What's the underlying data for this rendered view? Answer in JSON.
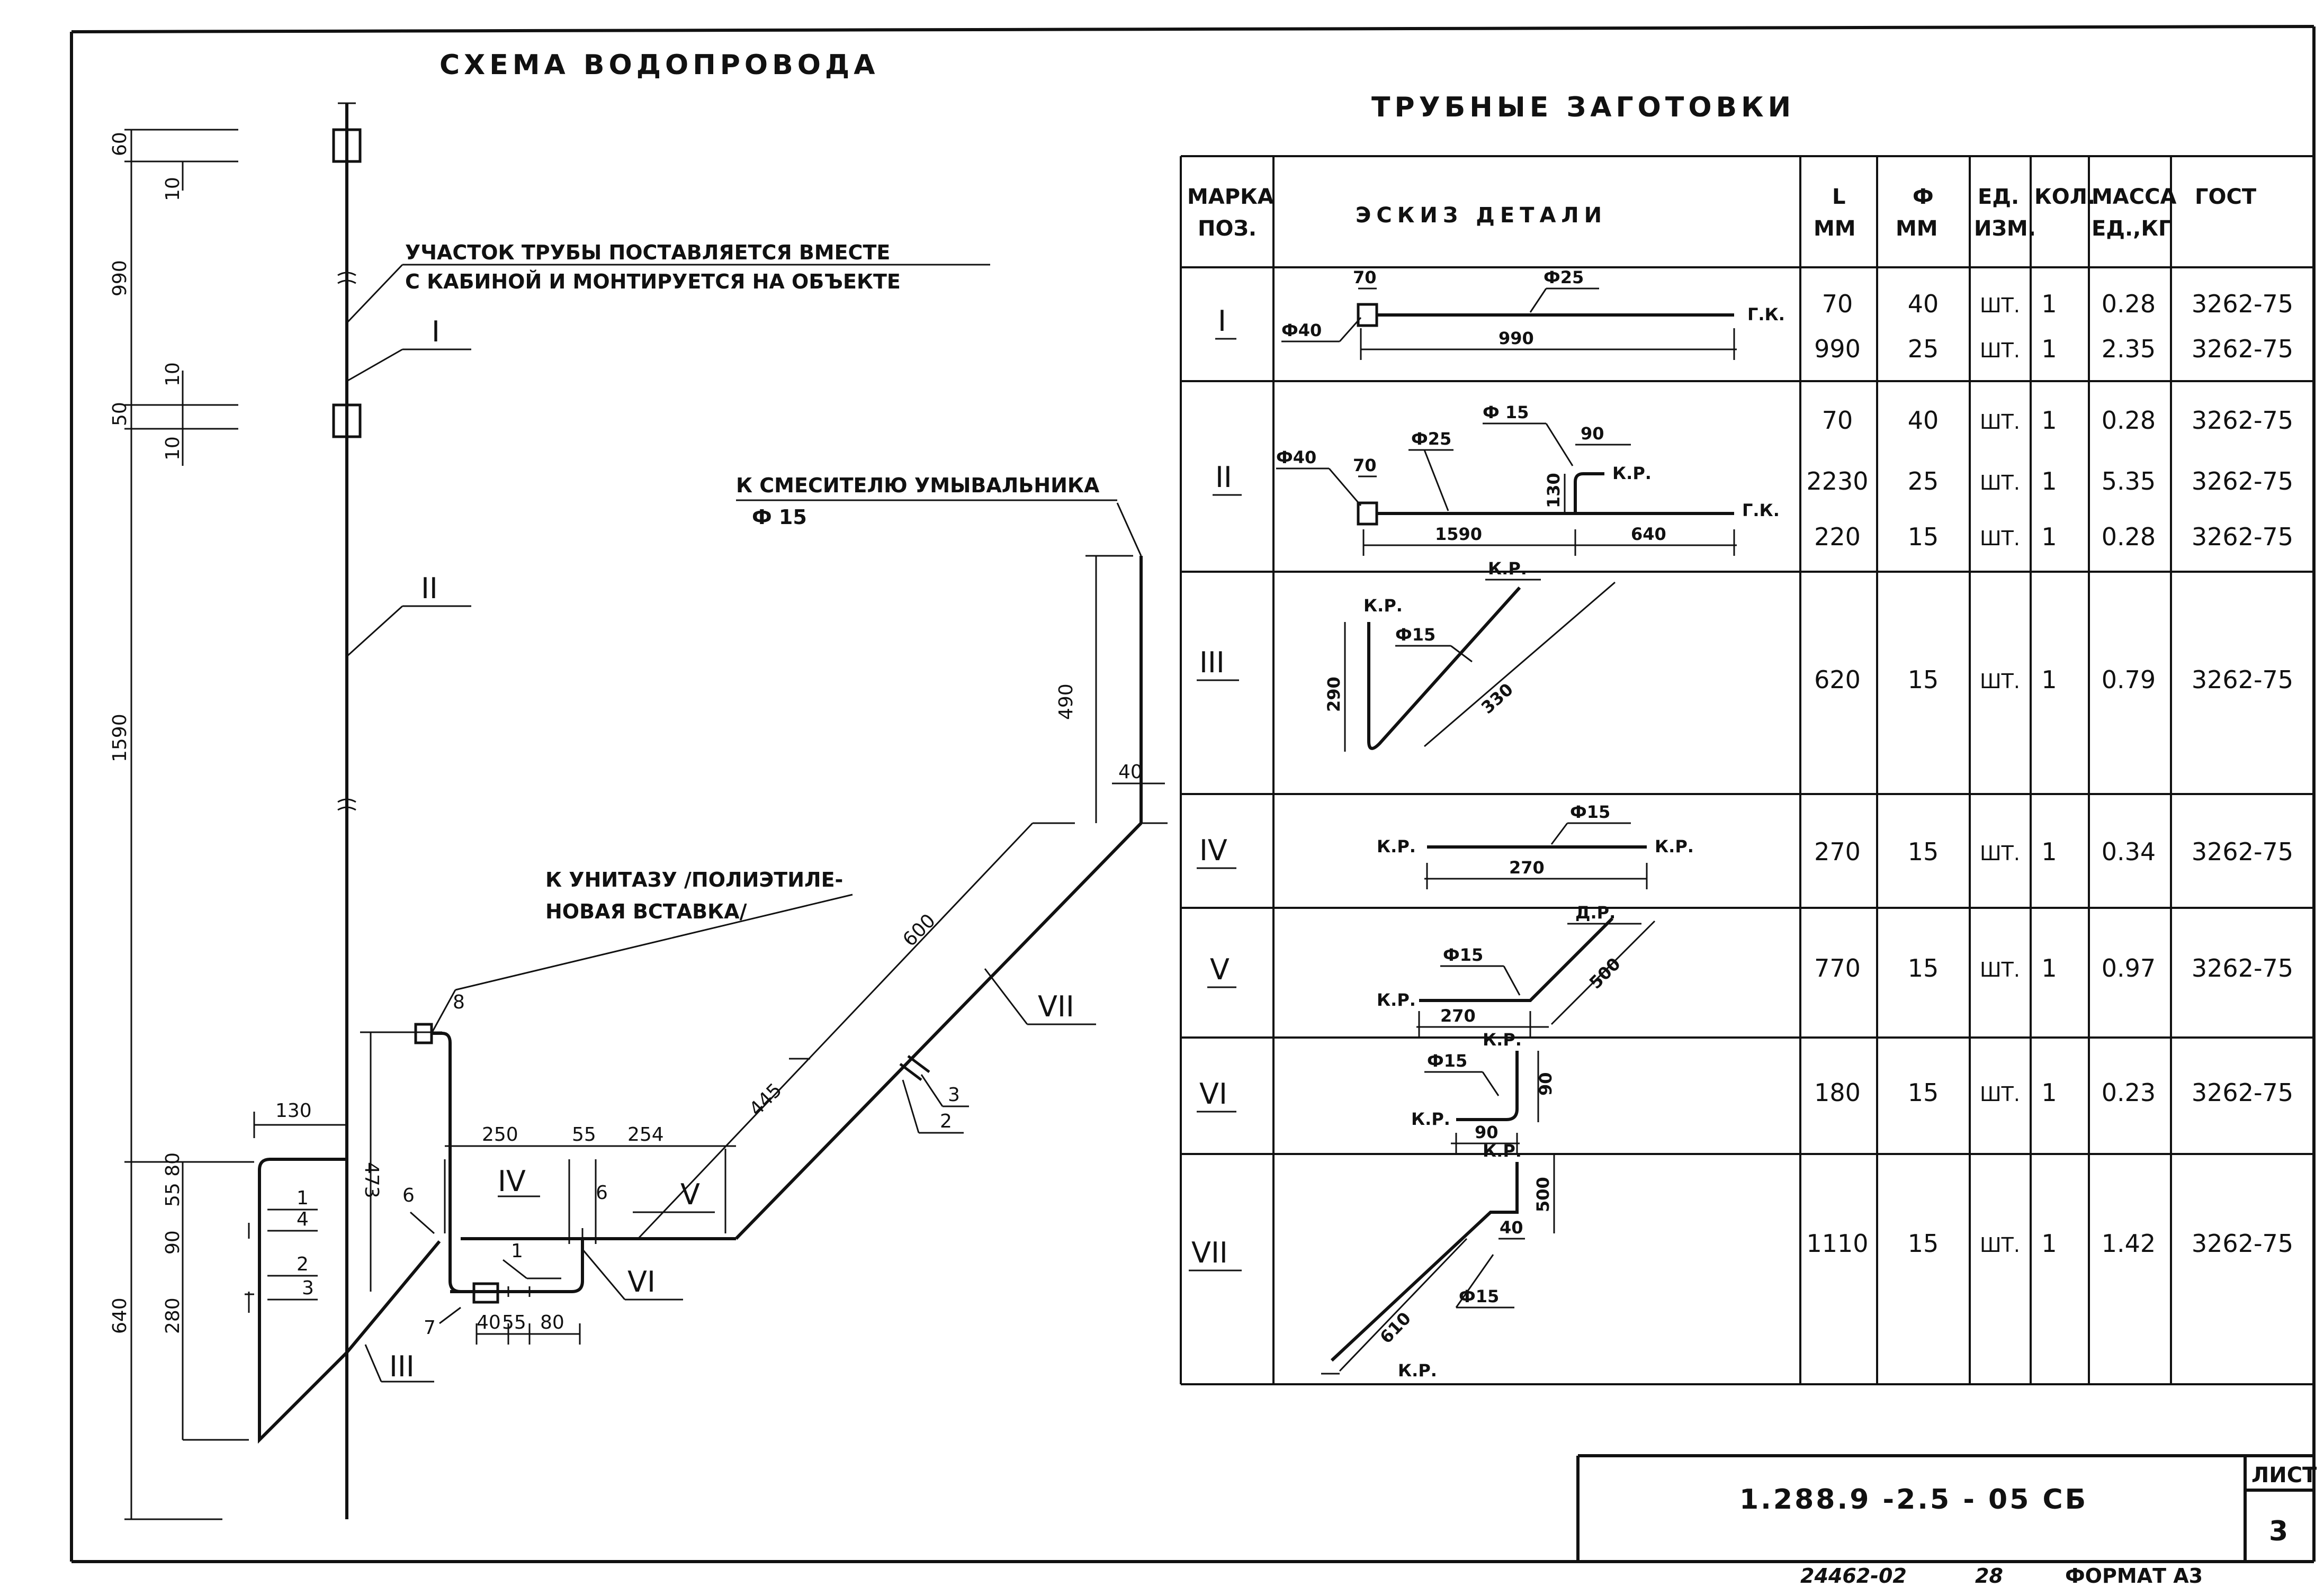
{
  "scheme": {
    "title": "СХЕМА  ВОДОПРОВОДА",
    "note_pipe_line1": "УЧАСТОК ТРУБЫ ПОСТАВЛЯЕТСЯ ВМЕСТЕ",
    "note_pipe_line2": "С КАБИНОЙ И МОНТИРУЕТСЯ НА ОБЪЕКТЕ",
    "note_mixer_line1": "К СМЕСИТЕЛЮ УМЫВАЛЬНИКА",
    "note_mixer_line2": "Ф 15",
    "note_toilet_line1": "К УНИТАЗУ /ПОЛИЭТИЛЕ-",
    "note_toilet_line2": "НОВАЯ ВСТАВКА/",
    "dims": {
      "d60": "60",
      "d10a": "10",
      "d990": "990",
      "d10b": "10",
      "d50": "50",
      "d10c": "10",
      "d1590": "1590",
      "d640": "640",
      "d280": "280",
      "d90": "90",
      "d5580": "55 80",
      "d130": "130",
      "d473": "473",
      "d250": "250",
      "d55a": "55",
      "d254": "254",
      "d445": "445",
      "d600": "600",
      "d490": "490",
      "d40a": "40",
      "d40b": "40",
      "d55b": "55",
      "d80": "80"
    },
    "refs": {
      "r1a": "1",
      "r4": "4",
      "r2a": "2",
      "r3a": "3",
      "r8": "8",
      "r6a": "6",
      "r6b": "6",
      "r1b": "1",
      "r7": "7",
      "r3b": "3",
      "r2b": "2"
    },
    "labels": {
      "I": "I",
      "II": "II",
      "III": "III",
      "IV": "IV",
      "V": "V",
      "VI": "VI",
      "VII": "VII"
    }
  },
  "table": {
    "title": "ТРУБНЫЕ   ЗАГОТОВКИ",
    "headers": {
      "mark_line1": "МАРКА",
      "mark_line2": "ПОЗ.",
      "sketch": "ЭСКИЗ   ДЕТАЛИ",
      "l_line1": "L",
      "l_line2": "ММ",
      "phi_line1": "Ф",
      "phi_line2": "ММ",
      "unit_line1": "ЕД.",
      "unit_line2": "ИЗМ.",
      "qty": "КОЛ.",
      "mass_line1": "МАССА",
      "mass_line2": "ЕД.,КГ",
      "gost": "ГОСТ"
    },
    "rows": [
      {
        "mark": "I",
        "lines": [
          {
            "L": "70",
            "phi": "40",
            "unit": "ШТ.",
            "qty": "1",
            "mass": "0.28",
            "gost": "3262-75"
          },
          {
            "L": "990",
            "phi": "25",
            "unit": "ШТ.",
            "qty": "1",
            "mass": "2.35",
            "gost": "3262-75"
          }
        ]
      },
      {
        "mark": "II",
        "lines": [
          {
            "L": "70",
            "phi": "40",
            "unit": "ШТ.",
            "qty": "1",
            "mass": "0.28",
            "gost": "3262-75"
          },
          {
            "L": "2230",
            "phi": "25",
            "unit": "ШТ.",
            "qty": "1",
            "mass": "5.35",
            "gost": "3262-75"
          },
          {
            "L": "220",
            "phi": "15",
            "unit": "ШТ.",
            "qty": "1",
            "mass": "0.28",
            "gost": "3262-75"
          }
        ]
      },
      {
        "mark": "III",
        "lines": [
          {
            "L": "620",
            "phi": "15",
            "unit": "ШТ.",
            "qty": "1",
            "mass": "0.79",
            "gost": "3262-75"
          }
        ]
      },
      {
        "mark": "IV",
        "lines": [
          {
            "L": "270",
            "phi": "15",
            "unit": "ШТ.",
            "qty": "1",
            "mass": "0.34",
            "gost": "3262-75"
          }
        ]
      },
      {
        "mark": "V",
        "lines": [
          {
            "L": "770",
            "phi": "15",
            "unit": "ШТ.",
            "qty": "1",
            "mass": "0.97",
            "gost": "3262-75"
          }
        ]
      },
      {
        "mark": "VI",
        "lines": [
          {
            "L": "180",
            "phi": "15",
            "unit": "ШТ.",
            "qty": "1",
            "mass": "0.23",
            "gost": "3262-75"
          }
        ]
      },
      {
        "mark": "VII",
        "lines": [
          {
            "L": "1110",
            "phi": "15",
            "unit": "ШТ.",
            "qty": "1",
            "mass": "1.42",
            "gost": "3262-75"
          }
        ]
      }
    ],
    "sketches": {
      "I": {
        "s70": "70",
        "phi25": "Ф25",
        "phi40": "Ф40",
        "s990": "990",
        "gk": "Г.К."
      },
      "II": {
        "phi40": "Ф40",
        "s70": "70",
        "phi25": "Ф25",
        "phi15": "Ф 15",
        "s90": "90",
        "s130": "130",
        "kr": "К.Р.",
        "s1590": "1590",
        "s640": "640",
        "gk": "Г.К."
      },
      "III": {
        "kr1": "К.Р.",
        "kr2": "К.Р.",
        "phi15": "Ф15",
        "s290": "290",
        "s330": "330"
      },
      "IV": {
        "phi15": "Ф15",
        "kr1": "К.Р.",
        "kr2": "К.Р.",
        "s270": "270"
      },
      "V": {
        "phi15": "Ф15",
        "dr": "Д.Р.",
        "s500": "500",
        "kr": "К.Р.",
        "s270": "270"
      },
      "VI": {
        "kr1": "К.Р.",
        "phi15": "Ф15",
        "s90a": "90",
        "kr2": "К.Р.",
        "s90b": "90"
      },
      "VII": {
        "kr1": "К.Р.",
        "s500": "500",
        "s40": "40",
        "s610": "610",
        "phi15": "Ф15",
        "kr2": "К.Р."
      }
    }
  },
  "stamp": {
    "code": "1.288.9 -2.5 - 05   СБ",
    "sheet_label": "ЛИСТ",
    "sheet_no": "3",
    "inventory": "24462-02",
    "num": "28",
    "format": "ФОРМАТ А3"
  }
}
